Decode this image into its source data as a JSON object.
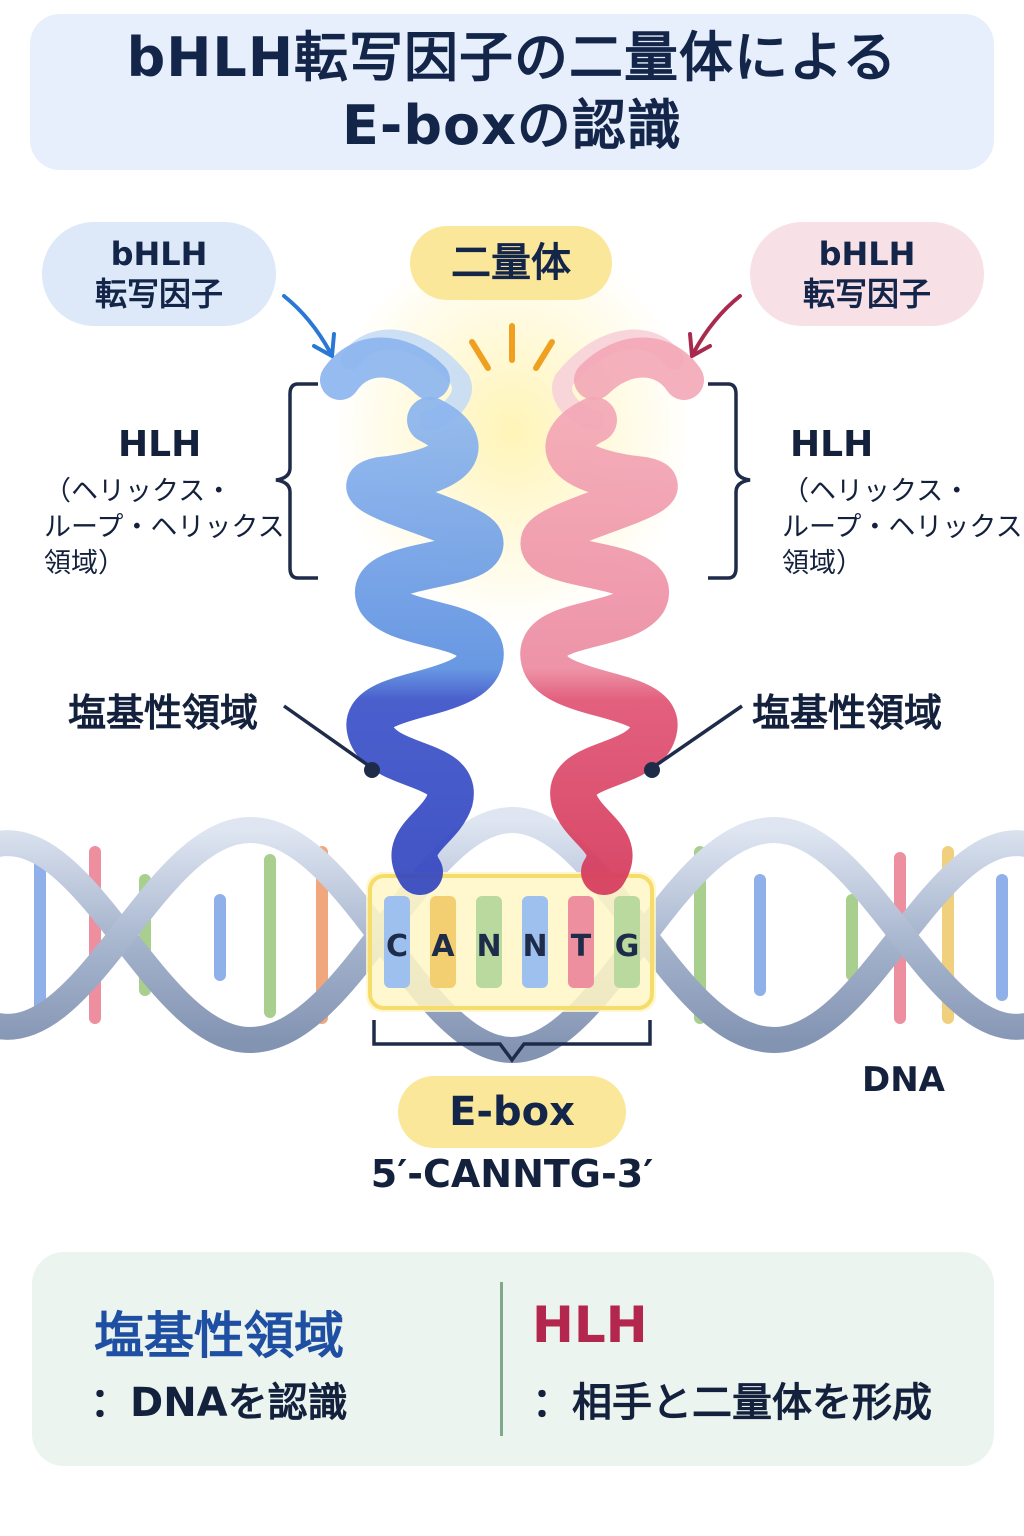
{
  "title": {
    "line1": "bHLH転写因子の二量体による",
    "line2": "E-boxの認識"
  },
  "left_factor": {
    "line1": "bHLH",
    "line2": "転写因子"
  },
  "right_factor": {
    "line1": "bHLH",
    "line2": "転写因子"
  },
  "dimer_label": "二量体",
  "hlh_left": {
    "title": "HLH",
    "line1": "（ヘリックス・",
    "line2": "ループ・ヘリックス",
    "line3": "領域）"
  },
  "hlh_right": {
    "title": "HLH",
    "line1": "（ヘリックス・",
    "line2": "ループ・ヘリックス",
    "line3": "領域）"
  },
  "basic_left": "塩基性領域",
  "basic_right": "塩基性領域",
  "bases": [
    "C",
    "A",
    "N",
    "N",
    "T",
    "G"
  ],
  "ebox_label": "E-box",
  "sequence": "5′-CANNTG-3′",
  "dna_label": "DNA",
  "summary": {
    "left_head": "塩基性領域",
    "left_desc": "：DNAを認識",
    "right_head": "HLH",
    "right_desc": "：相手と二量体を形成"
  },
  "colors": {
    "blue_helix": "#5b8fe0",
    "blue_basic": "#3346c0",
    "pink_helix": "#e76d86",
    "pink_basic": "#d63a5c",
    "highlight": "#fbe79a",
    "summary_left": "#1f4fa3",
    "summary_right": "#b3264e"
  }
}
